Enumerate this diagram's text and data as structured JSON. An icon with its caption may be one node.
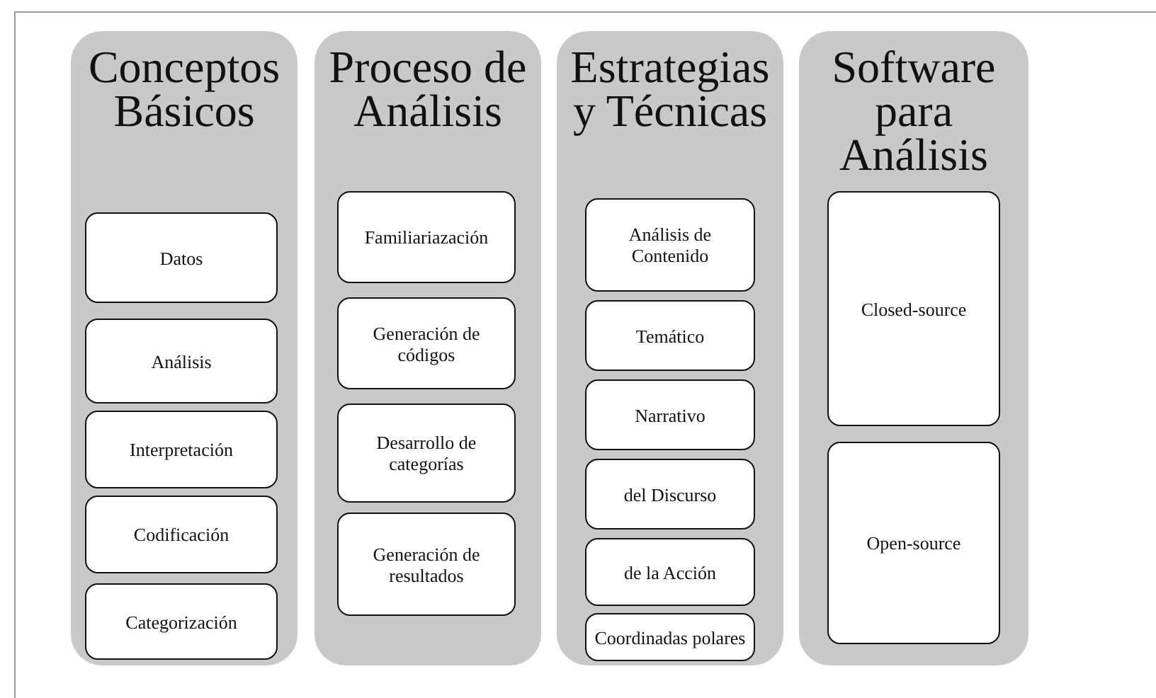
{
  "diagram": {
    "nodes": [
      {
        "text": [
          "Conceptos Básicos"
        ]
      },
      {
        "text": [
          "Datos"
        ],
        "in": 0
      },
      {
        "text": [
          "Análisis"
        ],
        "in": 0
      },
      {
        "text": [
          "Interpretación"
        ],
        "in": 0
      },
      {
        "text": [
          "Codificación"
        ],
        "in": 0
      },
      {
        "text": [
          "Categorización"
        ],
        "in": 0
      },
      {
        "text": [
          "Proceso de Análisis"
        ]
      },
      {
        "text": [
          "Familiariazación"
        ],
        "in": 6
      },
      {
        "text": [
          "Generación de códigos"
        ],
        "in": 6
      },
      {
        "text": [
          "Desarrollo de categorías"
        ],
        "in": 6
      },
      {
        "text": [
          "Generación de resultados"
        ],
        "in": 6
      },
      {
        "text": [
          "Estrategias y Técnicas"
        ]
      },
      {
        "text": [
          "Análisis de Contenido"
        ],
        "in": 11
      },
      {
        "text": [
          "Temático"
        ],
        "in": 11
      },
      {
        "text": [
          "Narrativo"
        ],
        "in": 11
      },
      {
        "text": [
          "del Discurso"
        ],
        "in": 11
      },
      {
        "text": [
          "de la Acción"
        ],
        "in": 11
      },
      {
        "text": [
          "Coordinadas polares"
        ],
        "in": 11
      },
      {
        "text": [
          "Software para Análisis"
        ]
      },
      {
        "text": [
          "Closed-source"
        ],
        "in": 18
      },
      {
        "text": [
          "Open-source"
        ],
        "in": 18
      }
    ]
  }
}
